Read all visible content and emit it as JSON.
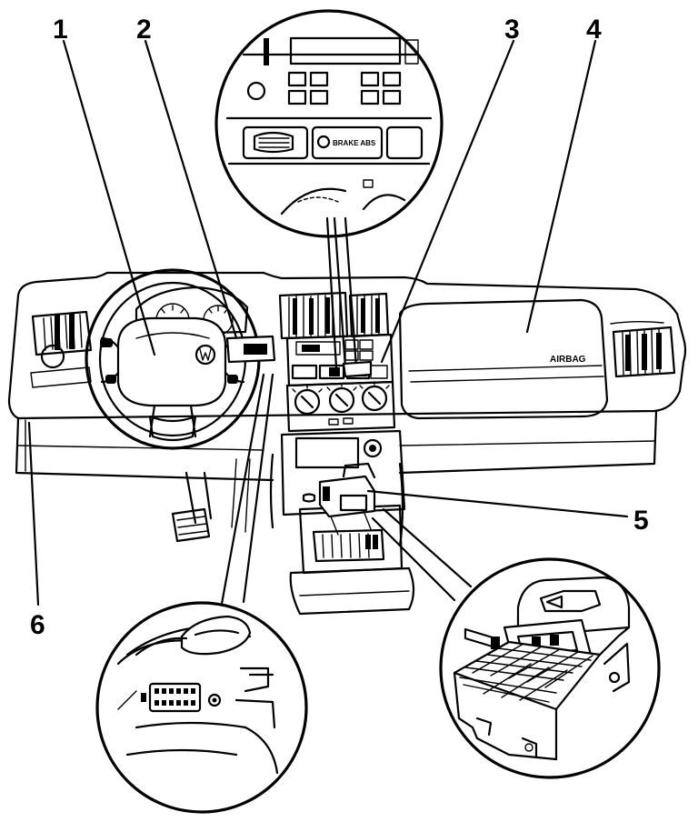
{
  "callouts": [
    {
      "id": "1",
      "label": "1"
    },
    {
      "id": "2",
      "label": "2"
    },
    {
      "id": "3",
      "label": "3"
    },
    {
      "id": "4",
      "label": "4"
    },
    {
      "id": "5",
      "label": "5"
    },
    {
      "id": "6",
      "label": "6"
    }
  ],
  "panel_text": {
    "airbag": "AIRBAG",
    "brake_abs": "BRAKE ABS"
  }
}
